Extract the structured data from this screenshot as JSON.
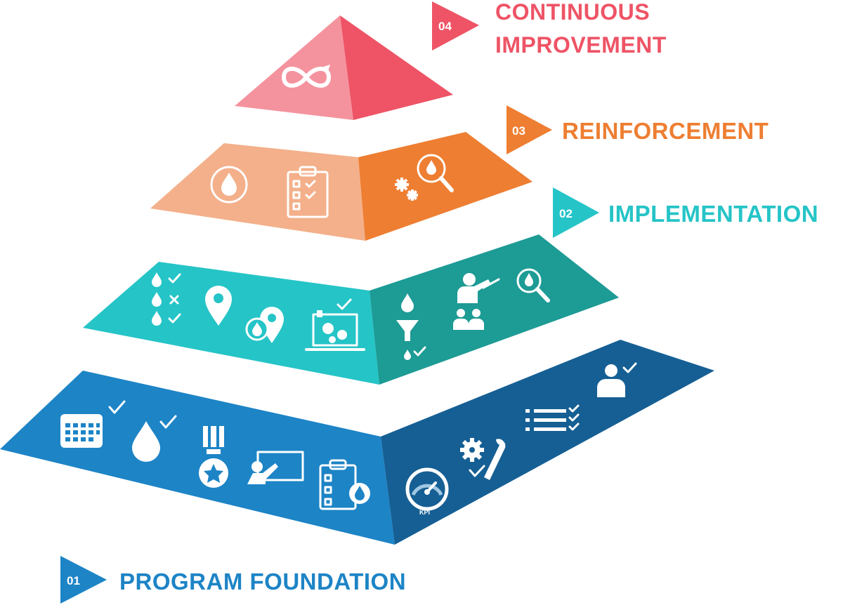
{
  "colors": {
    "continuous_left": "#F4939E",
    "continuous_right": "#EE5466",
    "reinforcement_left": "#F3B08A",
    "reinforcement_right": "#EE7E32",
    "implementation_left": "#25C4C7",
    "implementation_right": "#1D9B95",
    "foundation_left": "#1D84C6",
    "foundation_right": "#155F94",
    "icon": "#FFFFFF"
  },
  "levels": [
    {
      "number": "04",
      "label_lines": [
        "CONTINUOUS",
        "IMPROVEMENT"
      ],
      "color": "#EE5466",
      "icons": [
        "infinity-icon"
      ]
    },
    {
      "number": "03",
      "label_lines": [
        "REINFORCEMENT"
      ],
      "color": "#EE7E32",
      "icons": [
        "drop-badge-icon",
        "clipboard-checklist-icon",
        "gears-icon",
        "magnifier-drop-icon"
      ]
    },
    {
      "number": "02",
      "label_lines": [
        "IMPLEMENTATION"
      ],
      "color": "#25C4C7",
      "icons": [
        "drop-check-list-icon",
        "location-pin-icon",
        "pin-drop-icon",
        "laptop-gears-icon",
        "filter-drop-icon",
        "presenter-audience-icon",
        "magnifier-drop-icon"
      ]
    },
    {
      "number": "01",
      "label_lines": [
        "PROGRAM FOUNDATION"
      ],
      "color": "#1D84C6",
      "icons": [
        "calendar-check-icon",
        "drop-check-icon",
        "medal-icon",
        "presentation-board-icon",
        "clipboard-drop-icon",
        "kpi-gauge-icon",
        "gear-wrench-icon",
        "checklist-icon",
        "user-check-icon"
      ]
    }
  ],
  "kpi_label": "KPI"
}
